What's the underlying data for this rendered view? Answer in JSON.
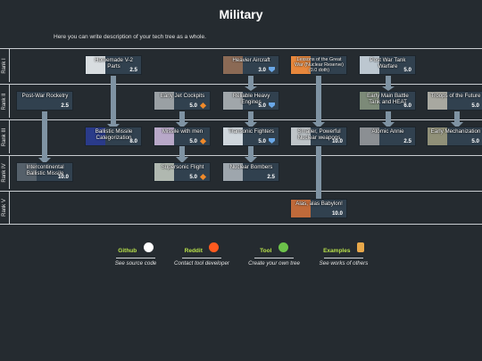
{
  "title": "Military",
  "description": "Here you can write description of your tech tree as a whole.",
  "ranks": [
    "Rank I",
    "Rank II",
    "Rank III",
    "Rank IV",
    "Rank V"
  ],
  "nodes": [
    {
      "id": "homemade",
      "name": "Homemade V-2 Parts",
      "cost": "2.5",
      "icon": "none",
      "img": "#d8dde0"
    },
    {
      "id": "heavier",
      "name": "Heavier Aircraft",
      "cost": "3.0",
      "icon": "heart",
      "img": "#8b6a55"
    },
    {
      "id": "lessons",
      "name": "Lessons of the Great War (Nuclear Reserve) (0.0 doth)",
      "cost": "",
      "icon": "none",
      "img": "#e7873c"
    },
    {
      "id": "postwartank",
      "name": "Post War Tank Warfare",
      "cost": "5.0",
      "icon": "none",
      "img": "#bcc7d0"
    },
    {
      "id": "postwarrocketry",
      "name": "Post-War Rocketry",
      "cost": "2.5",
      "icon": "none",
      "img": ""
    },
    {
      "id": "earlyjet",
      "name": "Early Jet Cockpits",
      "cost": "5.0",
      "icon": "diamond",
      "img": "#9aa0a4"
    },
    {
      "id": "reliable",
      "name": "Reliable Heavy Engines",
      "cost": "5.0",
      "icon": "heart",
      "img": "#a0a6aa"
    },
    {
      "id": "earlymbt",
      "name": "Early Main Battle Tank and HEAT",
      "cost": "6.0",
      "icon": "none",
      "img": "#7c8a78"
    },
    {
      "id": "troops",
      "name": "Troops of the Future",
      "cost": "5.0",
      "icon": "none",
      "img": "#a8a8a0"
    },
    {
      "id": "ballistic",
      "name": "Ballistic Missile Categorization",
      "cost": "8.0",
      "icon": "none",
      "img": "#2a3b8a"
    },
    {
      "id": "missile",
      "name": "Missile with men",
      "cost": "5.0",
      "icon": "diamond",
      "img": "#b8a8c8"
    },
    {
      "id": "transonic",
      "name": "Transonic Fighters",
      "cost": "5.0",
      "icon": "heart",
      "img": "#cfd6dc"
    },
    {
      "id": "smaller",
      "name": "Smaller, Powerful Nuclear weapons",
      "cost": "10.0",
      "icon": "none",
      "img": "#bec4c8"
    },
    {
      "id": "atomic",
      "name": "Atomic Annie",
      "cost": "2.5",
      "icon": "none",
      "img": "#8b8f93"
    },
    {
      "id": "earlymech",
      "name": "Early Mechanization",
      "cost": "5.0",
      "icon": "none",
      "img": "#909078"
    },
    {
      "id": "icbm",
      "name": "Intercontinental Ballistic Missile",
      "cost": "10.0",
      "icon": "none",
      "img": "#55606a"
    },
    {
      "id": "supersonic",
      "name": "Supersonic Flight",
      "cost": "5.0",
      "icon": "diamond",
      "img": "#b0b8b0"
    },
    {
      "id": "nuclearbombers",
      "name": "Nuclear Bombers",
      "cost": "2.5",
      "icon": "none",
      "img": "#9ea6ad"
    },
    {
      "id": "alas",
      "name": "Alas, alas Babylon!",
      "cost": "10.0",
      "icon": "none",
      "img": "#c06a3a"
    }
  ],
  "links": [
    {
      "name": "Github",
      "desc": "See source code",
      "color": "#ffffff"
    },
    {
      "name": "Reddit",
      "desc": "Contact tool developer",
      "color": "#ff5a1f"
    },
    {
      "name": "Tool",
      "desc": "Create your own tree",
      "color": "#6cc24a"
    },
    {
      "name": "Examples",
      "desc": "See works of others",
      "color": "#e8a84a"
    }
  ],
  "colors": {
    "background": "#252b30",
    "card": "#31414f",
    "connector": "#7f93a3",
    "link_accent": "#b9e24a"
  }
}
